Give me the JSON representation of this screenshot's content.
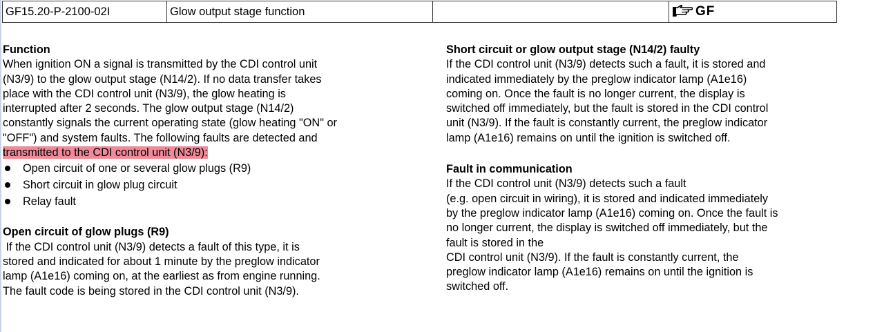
{
  "header": {
    "doc_id": "GF15.20-P-2100-02I",
    "title": "Glow output stage function",
    "empty_cell": "",
    "ref_label": "GF"
  },
  "left": {
    "function": {
      "heading": "Function",
      "lines": [
        "When ignition ON a signal is transmitted by the CDI control unit",
        "(N3/9) to the glow output stage (N14/2). If no data transfer takes",
        "place with the CDI control unit (N3/9), the glow heating is",
        "interrupted after 2 seconds.  The glow output stage (N14/2)",
        "constantly signals the current operating state (glow heating \"ON\" or",
        "\"OFF\") and system faults. The following faults are detected and"
      ],
      "highlight_line": "transmitted to the CDI control unit (N3/9):",
      "bullets": [
        "Open circuit of one or several glow plugs (R9)",
        "Short circuit in glow plug circuit",
        "Relay fault"
      ]
    },
    "open_circuit": {
      "heading": "Open circuit of glow plugs (R9)",
      "lines": [
        " If the CDI control unit (N3/9) detects a fault of this type, it is",
        "stored and indicated for about 1 minute by the preglow indicator",
        "lamp (A1e16) coming on, at the earliest as from engine running.",
        "The fault code is being stored in the CDI control unit (N3/9)."
      ]
    }
  },
  "right": {
    "short_circuit": {
      "heading": "Short circuit or glow output stage (N14/2) faulty",
      "lines": [
        "If the CDI control unit (N3/9) detects such a fault, it is stored and",
        "indicated immediately by the preglow indicator lamp (A1e16)",
        "coming on. Once the fault is no longer current, the display is",
        "switched off immediately, but the fault is stored in the CDI control",
        "unit (N3/9). If the fault is constantly current, the preglow indicator",
        "lamp (A1e16) remains on until the ignition is switched off."
      ]
    },
    "communication": {
      "heading": "Fault in communication",
      "lines": [
        "If the CDI control unit (N3/9) detects such a fault",
        "(e.g. open circuit in wiring), it is stored and indicated immediately",
        "by the preglow indicator lamp (A1e16) coming on. Once the fault is",
        "no longer current, the display is switched off immediately, but the",
        "fault is stored in the",
        "CDI control unit (N3/9). If the fault is constantly current, the",
        "preglow indicator lamp (A1e16) remains on until the ignition is",
        "switched off."
      ]
    }
  },
  "colors": {
    "highlight": "#f08a98",
    "border": "#333333"
  },
  "icons": {
    "ref_icon": "pointing-hand-icon"
  }
}
